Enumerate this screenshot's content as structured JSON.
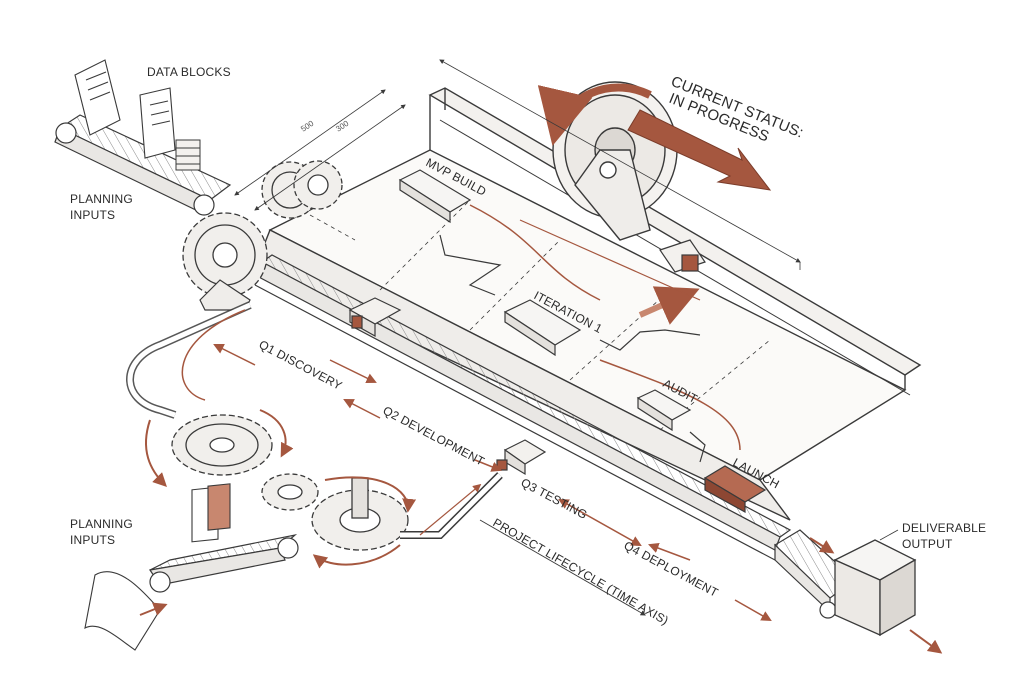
{
  "labels": {
    "data_blocks": "DATA BLOCKS",
    "planning_inputs_top_1": "PLANNING",
    "planning_inputs_top_2": "INPUTS",
    "planning_inputs_bottom_1": "PLANNING",
    "planning_inputs_bottom_2": "INPUTS",
    "current_status_1": "CURRENT STATUS:",
    "current_status_2": "IN PROGRESS",
    "mvp_build": "MVP BUILD",
    "iteration_1": "ITERATION 1",
    "audit": "AUDIT",
    "launch": "LAUNCH",
    "q1": "Q1 DISCOVERY",
    "q2": "Q2 DEVELOPMENT",
    "q3": "Q3 TESTING",
    "q4": "Q4 DEPLOYMENT",
    "lifecycle": "PROJECT LIFECYCLE (TIME AXIS)",
    "deliverable_1": "DELIVERABLE",
    "deliverable_2": "OUTPUT",
    "dim_500": "500",
    "dim_300": "300"
  },
  "colors": {
    "ink": "#3a3a3a",
    "accent": "#a5573f",
    "accent_light": "#c8876f",
    "paper": "#ffffff",
    "shade": "#e9e7e4"
  },
  "icons": [
    "gear-icon",
    "conveyor-icon",
    "paper-scroll-icon",
    "server-stack-icon",
    "crate-icon",
    "arrow-icon"
  ]
}
